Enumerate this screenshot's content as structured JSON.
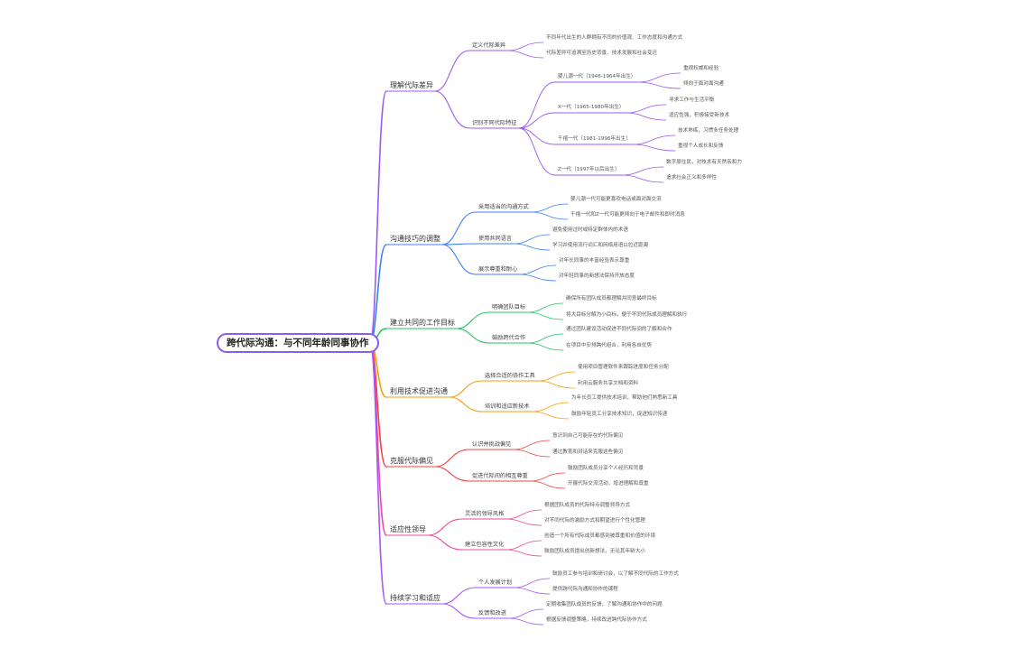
{
  "root": {
    "label": "跨代际沟通：与不同年龄同事协作"
  },
  "palette": [
    "#9b59f0",
    "#3b82f6",
    "#22c55e",
    "#f59e0b",
    "#ef4444",
    "#ec4899",
    "#a855f7"
  ],
  "branches": [
    {
      "label": "理解代际差异",
      "children": [
        {
          "label": "定义代际差异",
          "children": [
            {
              "label": "不同年代出生的人群拥有不同的价值观、工作态度和沟通方式"
            },
            {
              "label": "代际差异可追溯至历史背景、技术发展和社会变迁"
            }
          ]
        },
        {
          "label": "识别不同代际特征",
          "children": [
            {
              "label": "婴儿潮一代（1946-1964年出生）",
              "children": [
                {
                  "label": "重视权威和经验"
                },
                {
                  "label": "倾向于面对面沟通"
                }
              ]
            },
            {
              "label": "X一代（1965-1980年出生）",
              "children": [
                {
                  "label": "寻求工作与生活平衡"
                },
                {
                  "label": "适应性强，积极接受新技术"
                }
              ]
            },
            {
              "label": "千禧一代（1981-1996年出生）",
              "children": [
                {
                  "label": "技术熟练，习惯多任务处理"
                },
                {
                  "label": "重视个人成长和反馈"
                }
              ]
            },
            {
              "label": "Z一代（1997年以后出生）",
              "children": [
                {
                  "label": "数字原住民，对技术有天然亲和力"
                },
                {
                  "label": "追求社会正义和多样性"
                }
              ]
            }
          ]
        }
      ]
    },
    {
      "label": "沟通技巧的调整",
      "children": [
        {
          "label": "采用适当的沟通方式",
          "children": [
            {
              "label": "婴儿潮一代可能更喜欢电话或面对面交流"
            },
            {
              "label": "千禧一代和Z一代可能更倾向于电子邮件和即时消息"
            }
          ]
        },
        {
          "label": "使用共同语言",
          "children": [
            {
              "label": "避免使用过时或特定群体内的术语"
            },
            {
              "label": "学习并使用流行词汇和网络用语以拉近距离"
            }
          ]
        },
        {
          "label": "展示尊重和耐心",
          "children": [
            {
              "label": "对年长同事的丰富经验表示尊重"
            },
            {
              "label": "对年轻同事的新想法保持开放态度"
            }
          ]
        }
      ]
    },
    {
      "label": "建立共同的工作目标",
      "children": [
        {
          "label": "明确团队目标",
          "children": [
            {
              "label": "确保所有团队成员都理解并同意最终目标"
            },
            {
              "label": "将大目标分解为小目标，便于不同代际成员理解和执行"
            }
          ]
        },
        {
          "label": "鼓励跨代合作",
          "children": [
            {
              "label": "通过团队建设活动促进不同代际间的了解和合作"
            },
            {
              "label": "在项目中安排跨代组合，利用各自优势"
            }
          ]
        }
      ]
    },
    {
      "label": "利用技术促进沟通",
      "children": [
        {
          "label": "选择合适的协作工具",
          "children": [
            {
              "label": "使用项目管理软件来跟踪进度和任务分配"
            },
            {
              "label": "利用云服务共享文档和资料"
            }
          ]
        },
        {
          "label": "培训和适应新技术",
          "children": [
            {
              "label": "为年长员工提供技术培训，帮助他们熟悉新工具"
            },
            {
              "label": "鼓励年轻员工分享技术知识，促进知识传递"
            }
          ]
        }
      ]
    },
    {
      "label": "克服代际偏见",
      "children": [
        {
          "label": "认识并挑战偏见",
          "children": [
            {
              "label": "意识到自己可能存在的代际偏见"
            },
            {
              "label": "通过教育和对话来克服这些偏见"
            }
          ]
        },
        {
          "label": "促进代际间的相互尊重",
          "children": [
            {
              "label": "鼓励团队成员分享个人经历和背景"
            },
            {
              "label": "开展代际交流活动，增进理解和尊重"
            }
          ]
        }
      ]
    },
    {
      "label": "适应性领导",
      "children": [
        {
          "label": "灵活的领导风格",
          "children": [
            {
              "label": "根据团队成员的代际特点调整领导方式"
            },
            {
              "label": "对不同代际的激励方式和期望进行个性化管理"
            }
          ]
        },
        {
          "label": "建立包容性文化",
          "children": [
            {
              "label": "创造一个所有代际成员都感到被尊重和价值的环境"
            },
            {
              "label": "鼓励团队成员提出创新想法，无论其年龄大小"
            }
          ]
        }
      ]
    },
    {
      "label": "持续学习和适应",
      "children": [
        {
          "label": "个人发展计划",
          "children": [
            {
              "label": "鼓励员工参与培训和研讨会，以了解不同代际的工作方式"
            },
            {
              "label": "提供跨代际沟通和协作的课程"
            }
          ]
        },
        {
          "label": "反馈和改进",
          "children": [
            {
              "label": "定期收集团队成员的反馈，了解沟通和协作中的问题"
            },
            {
              "label": "根据反馈调整策略，持续改进跨代际协作方式"
            }
          ]
        }
      ]
    }
  ]
}
